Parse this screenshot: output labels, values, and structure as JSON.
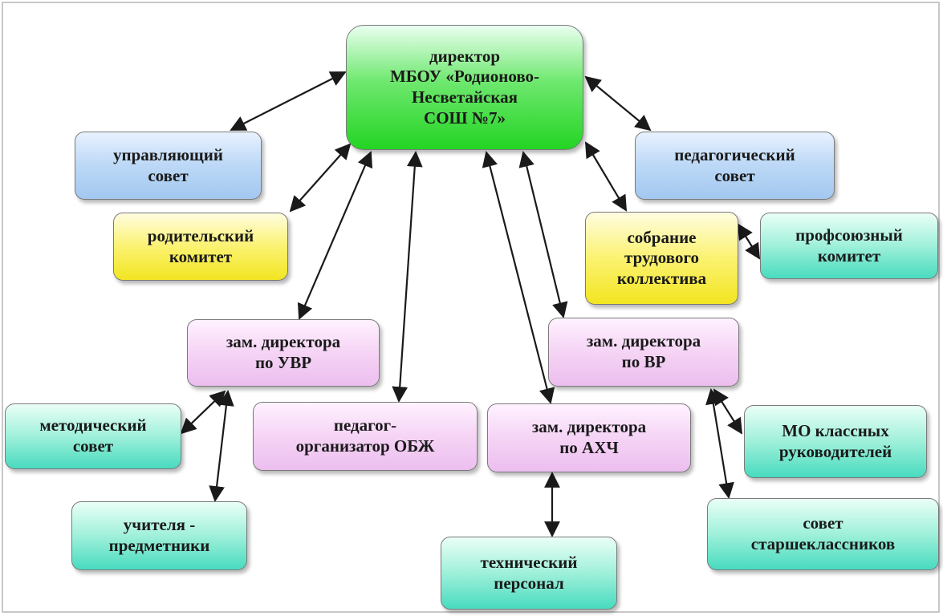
{
  "diagram": {
    "nodes": {
      "director": "директор\nМБОУ «Родионово-\nНесветайская\nСОШ №7»",
      "governing_council": "управляющий\nсовет",
      "parent_committee": "родительский\nкомитет",
      "pedagogical_council": "педагогический\nсовет",
      "labor_meeting": "собрание\nтрудового\nколлектива",
      "union_committee": "профсоюзный\nкомитет",
      "deputy_uvr": "зам. директора\nпо УВР",
      "deputy_vr": "зам. директора\nпо ВР",
      "methodical_council": "методический\nсовет",
      "subject_teachers": "учителя -\nпредметники",
      "obzh_organizer": "педагог-\nорганизатор ОБЖ",
      "deputy_ahch": "зам. директора\nпо АХЧ",
      "technical_staff": "технический\nперсонал",
      "mo_class_leaders": "МО классных\nруководителей",
      "senior_council": "совет\nстаршеклассников"
    },
    "colors": {
      "green": "#23d423",
      "blue": "#a3c8f0",
      "yellow": "#f2e521",
      "pink": "#ecbeef",
      "teal": "#48dbbf",
      "arrow": "#1a1a1a"
    }
  }
}
